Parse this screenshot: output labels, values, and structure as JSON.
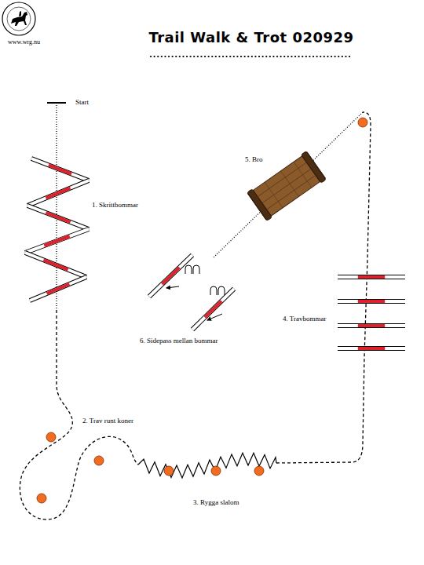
{
  "diagram": {
    "title": "Trail Walk & Trot 020929",
    "labels": [
      "www.wrg.nu",
      "Start",
      "1. Skrittbommar",
      "2. Trav runt koner",
      "3. Rygga slalom",
      "4. Travbommar",
      "5. Bro",
      "6. Sidepass mellan bommar"
    ]
  }
}
